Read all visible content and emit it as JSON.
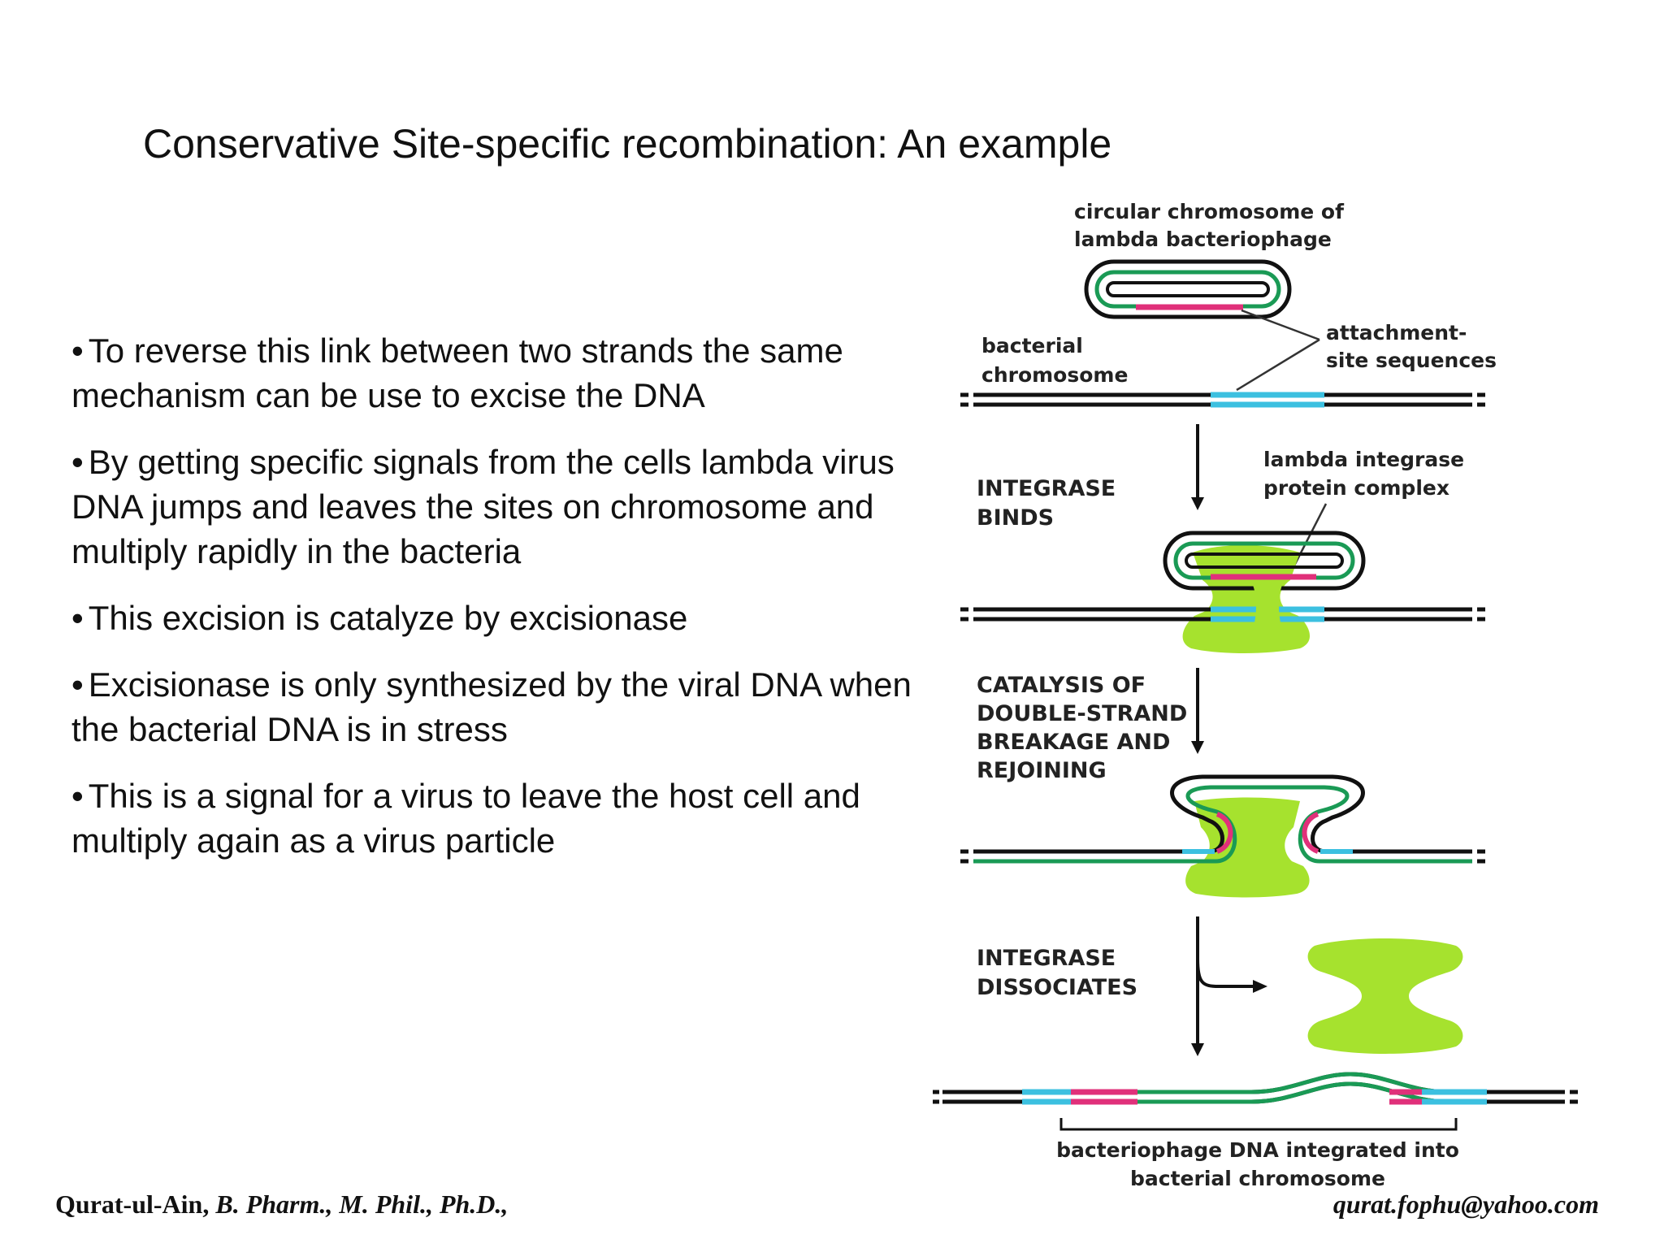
{
  "slide": {
    "title": "Conservative Site-specific recombination: An example",
    "bullets": [
      "To reverse this link between two strands the same mechanism can be use to excise the DNA",
      "By getting specific signals from the cells lambda virus DNA jumps and leaves the sites on chromosome and multiply rapidly in the bacteria",
      "This excision is catalyze by excisionase",
      "Excisionase is only synthesized by the viral DNA when the bacterial DNA is in stress",
      "This is a signal for a virus to leave the host cell and multiply again as a virus particle"
    ],
    "bullet_symbol": "•"
  },
  "diagram": {
    "label_phage_line1": "circular chromosome of",
    "label_phage_line2": "lambda bacteriophage",
    "label_bacterial_line1": "bacterial",
    "label_bacterial_line2": "chromosome",
    "label_attachment_line1": "attachment-",
    "label_attachment_line2": "site sequences",
    "step1_line1": "INTEGRASE",
    "step1_line2": "BINDS",
    "label_integrase_line1": "lambda integrase",
    "label_integrase_line2": "protein complex",
    "step2_line1": "CATALYSIS OF",
    "step2_line2": "DOUBLE-STRAND",
    "step2_line3": "BREAKAGE AND",
    "step2_line4": "REJOINING",
    "step3_line1": "INTEGRASE",
    "step3_line2": "DISSOCIATES",
    "label_result_line1": "bacteriophage DNA integrated into",
    "label_result_line2": "bacterial chromosome",
    "colors": {
      "phage_dna": "#1a9a55",
      "bacterial_dna": "#111111",
      "phage_attachment_site": "#e0307a",
      "bacterial_attachment_site": "#3cc0e0",
      "integrase": "#a6e22e"
    }
  },
  "footer": {
    "author_name": "Qurat-ul-Ain,",
    "author_degrees": "B. Pharm., M. Phil., Ph.D.,",
    "email": "qurat.fophu@yahoo.com"
  }
}
